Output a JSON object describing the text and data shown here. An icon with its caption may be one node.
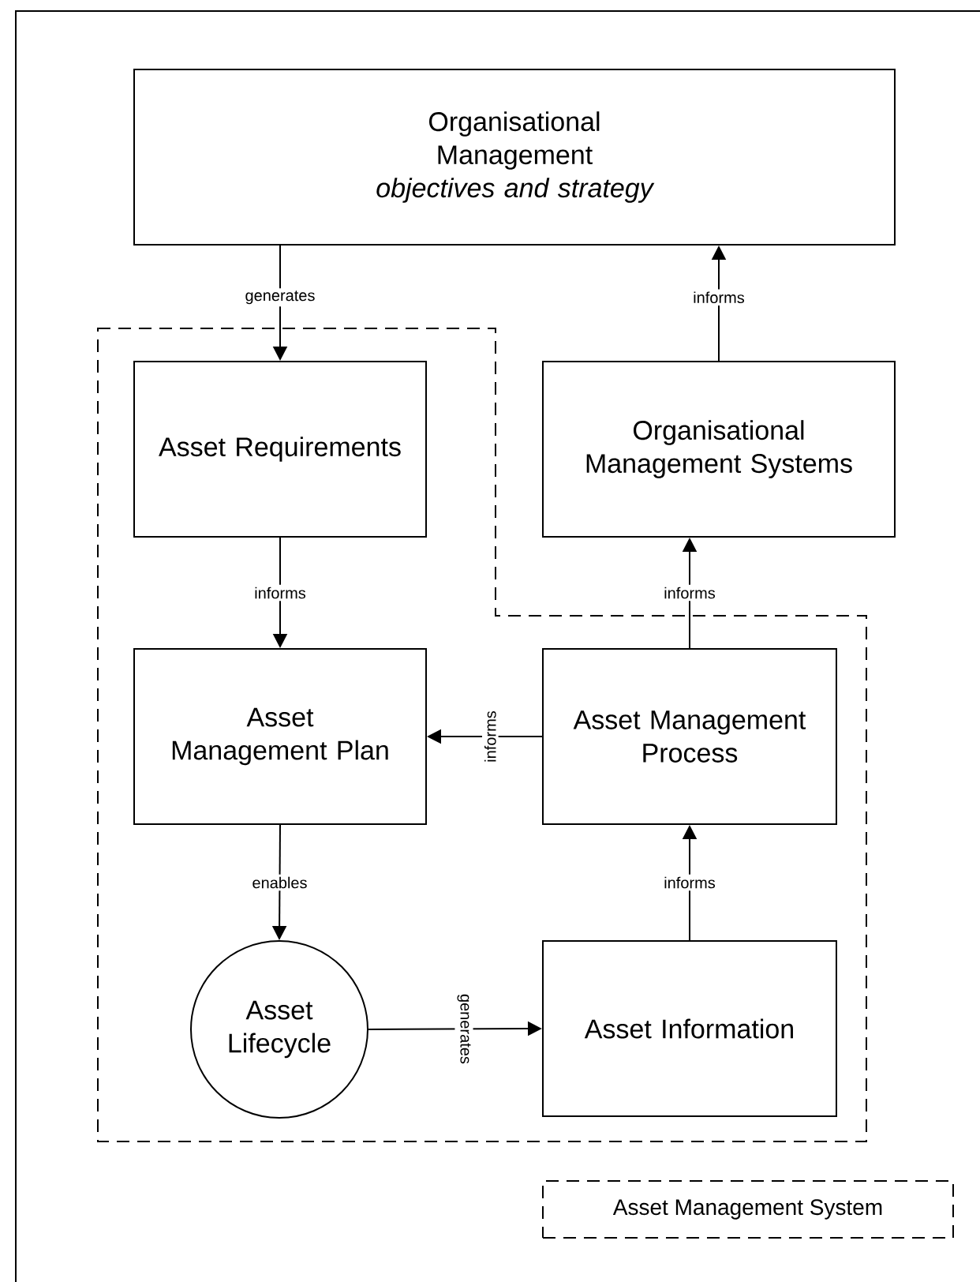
{
  "diagram": {
    "nodes": [
      {
        "text": [
          "Organisational Management",
          "objectives and strategy"
        ]
      },
      {
        "text": [
          "Asset Requirements"
        ]
      },
      {
        "text": [
          "Organisational Management Systems"
        ]
      },
      {
        "text": [
          "Asset Management Plan"
        ]
      },
      {
        "text": [
          "Asset Management Process"
        ]
      },
      {
        "text": [
          "Asset Lifecycle"
        ]
      },
      {
        "text": [
          "Asset Information"
        ]
      }
    ],
    "edges": [
      {
        "from": 0,
        "to": 1,
        "arrow": "to",
        "label": "generates"
      },
      {
        "from": 2,
        "to": 0,
        "arrow": "to",
        "label": "informs"
      },
      {
        "from": 1,
        "to": 3,
        "arrow": "to",
        "label": "informs"
      },
      {
        "from": 4,
        "to": 2,
        "arrow": "to",
        "label": "informs"
      },
      {
        "from": 4,
        "to": 3,
        "arrow": "to",
        "label": "informs"
      },
      {
        "from": 3,
        "to": 5,
        "arrow": "to",
        "label": "enables"
      },
      {
        "from": 5,
        "to": 6,
        "arrow": "to",
        "label": "generates"
      },
      {
        "from": 6,
        "to": 4,
        "arrow": "to",
        "label": "informs"
      }
    ],
    "legend": [
      {
        "text": "Asset Management System"
      }
    ]
  }
}
